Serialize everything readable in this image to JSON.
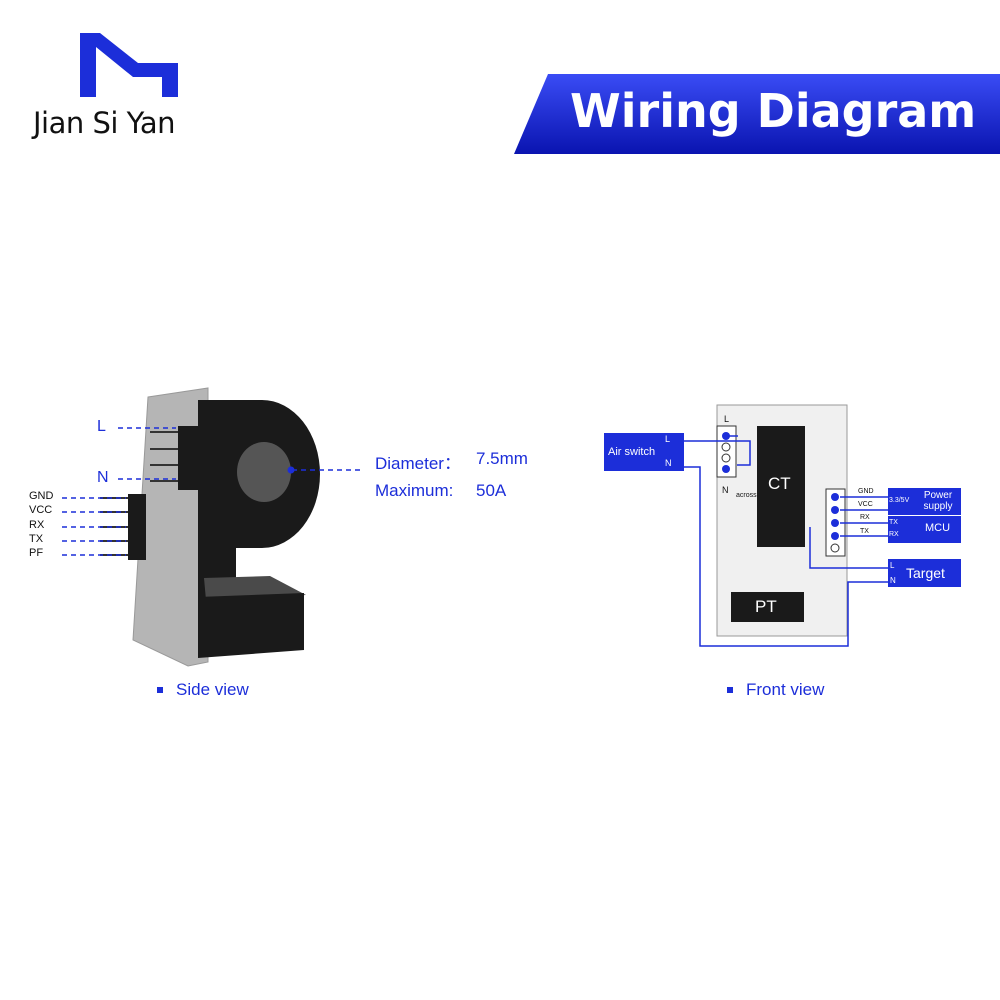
{
  "brand": {
    "name": "Jian Si Yan"
  },
  "banner": {
    "title": "Wiring Diagram"
  },
  "side_view": {
    "caption": "Side view",
    "pins_top": [
      "L",
      "N"
    ],
    "pins_bottom": [
      "GND",
      "VCC",
      "RX",
      "TX",
      "PF"
    ],
    "diameter_label": "Diameter：",
    "diameter_value": "7.5mm",
    "maximum_label": "Maximum:",
    "maximum_value": "50A"
  },
  "front_view": {
    "caption": "Front view",
    "air_switch": "Air switch",
    "air_L": "L",
    "air_N": "N",
    "board_L": "L",
    "board_N": "N",
    "across": "across",
    "ct": "CT",
    "pt": "PT",
    "signals": [
      "GND",
      "VCC",
      "RX",
      "TX"
    ],
    "voltage": "3.3/5V",
    "power_supply": "Power supply",
    "mcu": "MCU",
    "mcu_tx": "TX",
    "mcu_rx": "RX",
    "target": "Target",
    "target_L": "L",
    "target_N": "N"
  },
  "colors": {
    "accent": "#1c2ed9",
    "module_black": "#1a1a1a",
    "pcb_gray": "#b5b5b5"
  }
}
